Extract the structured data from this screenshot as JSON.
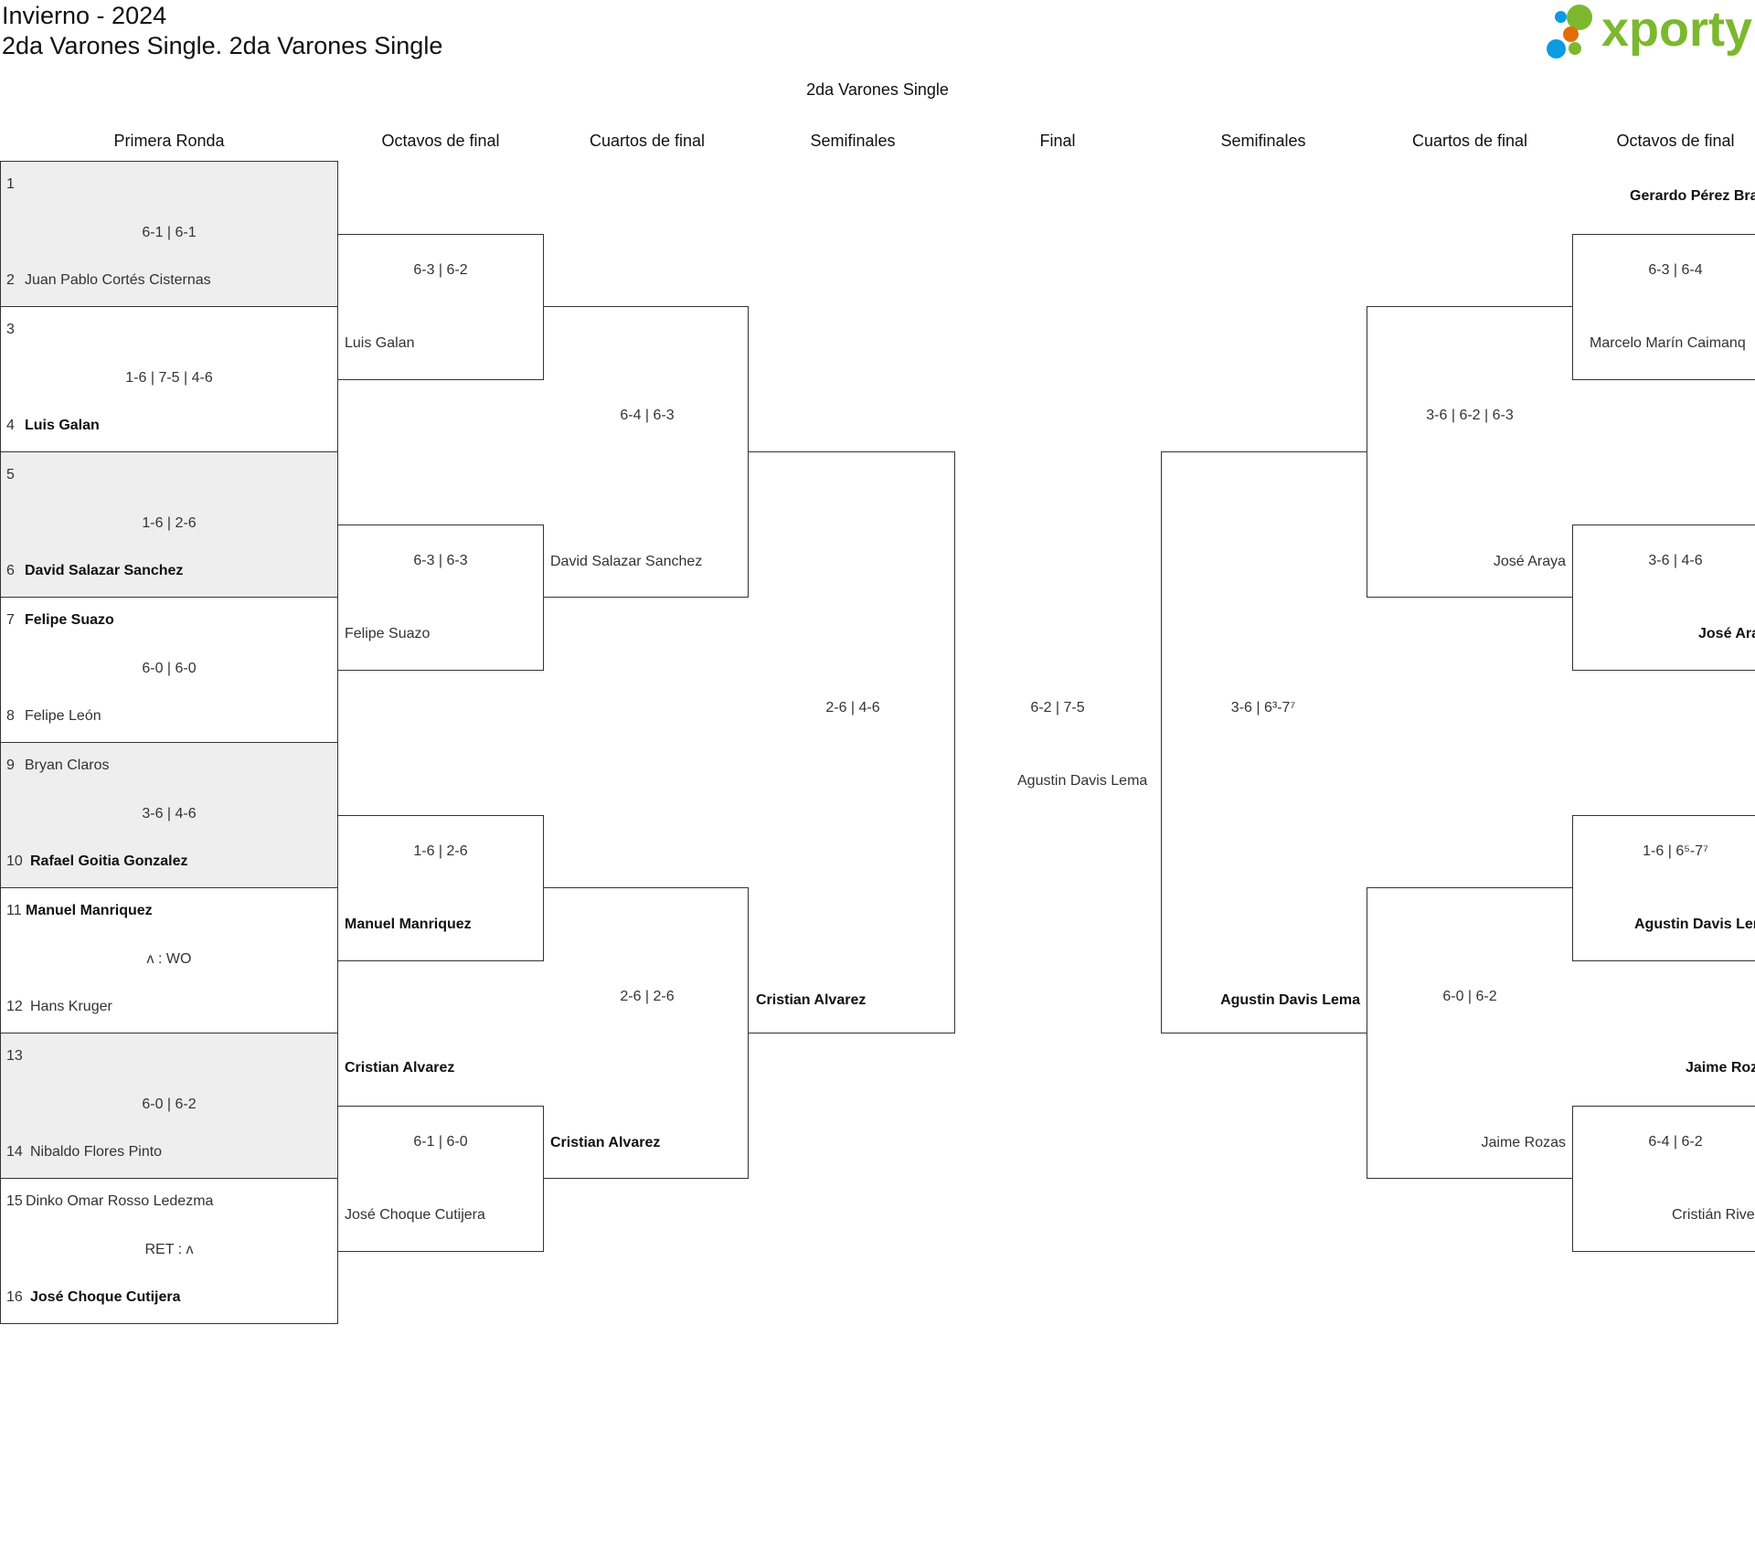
{
  "header": {
    "season": "Invierno - 2024",
    "category": "2da Varones Single. 2da Varones Single",
    "bracket_title": "2da Varones Single"
  },
  "logo": {
    "text": "xporty",
    "colors": {
      "green": "#7cb82f",
      "blue": "#0a9be3",
      "orange": "#e36c0a"
    }
  },
  "round_headers": {
    "left": [
      "Primera Ronda",
      "Octavos de final",
      "Cuartos de final",
      "Semifinales"
    ],
    "final": "Final",
    "right": [
      "Semifinales",
      "Cuartos de final",
      "Octavos de final"
    ]
  },
  "first_round": [
    {
      "top": {
        "seed": "1",
        "name": "",
        "winner": false
      },
      "score": "6-1 | 6-1",
      "bottom": {
        "seed": "2",
        "name": "Juan Pablo Cortés Cisternas",
        "winner": false
      }
    },
    {
      "top": {
        "seed": "3",
        "name": "",
        "winner": false
      },
      "score": "1-6 | 7-5 | 4-6",
      "bottom": {
        "seed": "4",
        "name": "Luis Galan",
        "winner": true
      }
    },
    {
      "top": {
        "seed": "5",
        "name": "",
        "winner": false
      },
      "score": "1-6 | 2-6",
      "bottom": {
        "seed": "6",
        "name": "David Salazar Sanchez",
        "winner": true
      }
    },
    {
      "top": {
        "seed": "7",
        "name": "Felipe Suazo",
        "winner": true
      },
      "score": "6-0 | 6-0",
      "bottom": {
        "seed": "8",
        "name": "Felipe León",
        "winner": false
      }
    },
    {
      "top": {
        "seed": "9",
        "name": "Bryan Claros",
        "winner": false
      },
      "score": "3-6 | 4-6",
      "bottom": {
        "seed": "10",
        "name": "Rafael Goitia Gonzalez",
        "winner": true
      }
    },
    {
      "top": {
        "seed": "11",
        "name": "Manuel Manriquez",
        "winner": true
      },
      "score": "ʌ : WO",
      "bottom": {
        "seed": "12",
        "name": "Hans Kruger",
        "winner": false
      }
    },
    {
      "top": {
        "seed": "13",
        "name": "",
        "winner": false
      },
      "score": "6-0 | 6-2",
      "bottom": {
        "seed": "14",
        "name": "Nibaldo Flores Pinto",
        "winner": false
      }
    },
    {
      "top": {
        "seed": "15",
        "name": "Dinko Omar Rosso Ledezma",
        "winner": false
      },
      "score": "RET : ʌ",
      "bottom": {
        "seed": "16",
        "name": "José Choque Cutijera",
        "winner": true
      }
    }
  ],
  "left_octavos": [
    {
      "above": "",
      "above_winner": false,
      "score": "6-3 | 6-2",
      "name": "Luis Galan",
      "winner": false
    },
    {
      "above": "",
      "above_winner": false,
      "score": "6-3 | 6-3",
      "name": "Felipe Suazo",
      "winner": false
    },
    {
      "above": "",
      "above_winner": false,
      "score": "1-6 | 2-6",
      "name": "Manuel Manriquez",
      "winner": true
    },
    {
      "above": "Cristian Alvarez",
      "above_winner": true,
      "score": "6-1 | 6-0",
      "name": "José Choque Cutijera",
      "winner": false
    }
  ],
  "left_cuartos": [
    {
      "score": "6-4 | 6-3",
      "name": "David Salazar Sanchez",
      "winner": false
    },
    {
      "score": "2-6 | 2-6",
      "name": "Cristian Alvarez",
      "winner": true
    }
  ],
  "left_semis": {
    "score": "2-6 | 4-6",
    "name": "Cristian Alvarez",
    "winner": true
  },
  "final": {
    "score": "6-2 | 7-5",
    "name": "Agustin Davis Lema",
    "winner": false
  },
  "right_semis": {
    "score": "3-6 | 6³-7⁷",
    "name": "Agustin Davis Lema",
    "winner": true
  },
  "right_cuartos": [
    {
      "score": "3-6 | 6-2 | 6-3",
      "name": "José Araya",
      "winner": false
    },
    {
      "score": "6-0 | 6-2",
      "name": "Jaime Rozas",
      "winner": false
    }
  ],
  "right_octavos": [
    {
      "above": "Gerardo Pérez Bra",
      "above_winner": true,
      "score": "6-3 | 6-4",
      "name": "Marcelo Marín Caimanq",
      "winner": false
    },
    {
      "above": "",
      "above_winner": false,
      "score": "3-6 | 4-6",
      "name": "José Ara",
      "winner": true
    },
    {
      "above": "",
      "above_winner": false,
      "score": "1-6 | 6⁵-7⁷",
      "name": "Agustin Davis Lem",
      "winner": true
    },
    {
      "above": "Jaime Roz",
      "above_winner": true,
      "score": "6-4 | 6-2",
      "name": "Cristián Rive",
      "winner": false
    }
  ]
}
